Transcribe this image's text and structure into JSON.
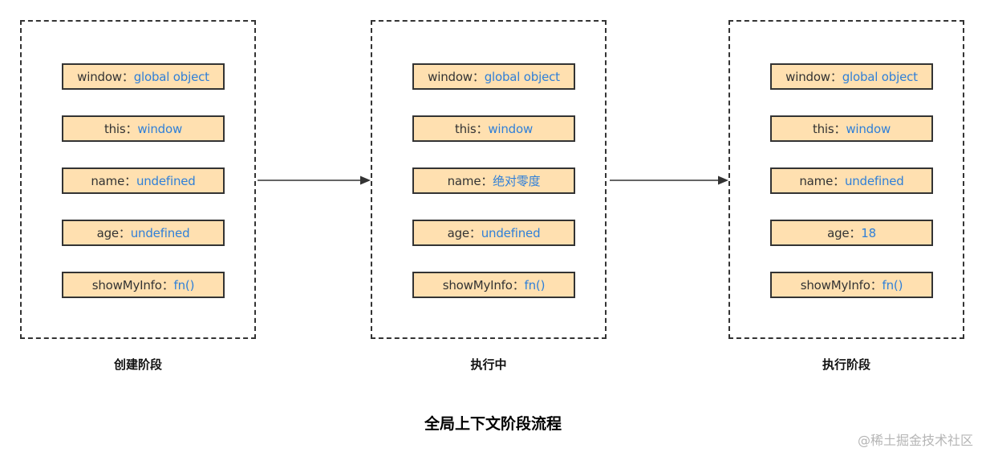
{
  "panels": [
    {
      "label": "创建阶段",
      "rows": [
        {
          "key": "window",
          "sep": "：",
          "value": "global object"
        },
        {
          "key": "this",
          "sep": "：",
          "value": "window"
        },
        {
          "key": "name",
          "sep": "：",
          "value": "undefined"
        },
        {
          "key": "age",
          "sep": "：",
          "value": "undefined"
        },
        {
          "key": "showMyInfo",
          "sep": "：",
          "value": "fn()"
        }
      ]
    },
    {
      "label": "执行中",
      "rows": [
        {
          "key": "window",
          "sep": "：",
          "value": "global object"
        },
        {
          "key": "this",
          "sep": "：",
          "value": "window"
        },
        {
          "key": "name",
          "sep": "：",
          "value": "绝对零度"
        },
        {
          "key": "age",
          "sep": "：",
          "value": "undefined"
        },
        {
          "key": "showMyInfo",
          "sep": "：",
          "value": "fn()"
        }
      ]
    },
    {
      "label": "执行阶段",
      "rows": [
        {
          "key": "window",
          "sep": "：",
          "value": "global object"
        },
        {
          "key": "this",
          "sep": "：",
          "value": "window"
        },
        {
          "key": "name",
          "sep": "：",
          "value": "undefined"
        },
        {
          "key": "age",
          "sep": "：",
          "value": "18"
        },
        {
          "key": "showMyInfo",
          "sep": "：",
          "value": "fn()"
        }
      ]
    }
  ],
  "title": "全局上下文阶段流程",
  "watermark": "@稀土掘金技术社区",
  "colors": {
    "box_fill": "#ffe0b0",
    "box_border": "#333333",
    "value_text": "#2f7fd8",
    "key_text": "#333333",
    "arrow": "#333333"
  }
}
